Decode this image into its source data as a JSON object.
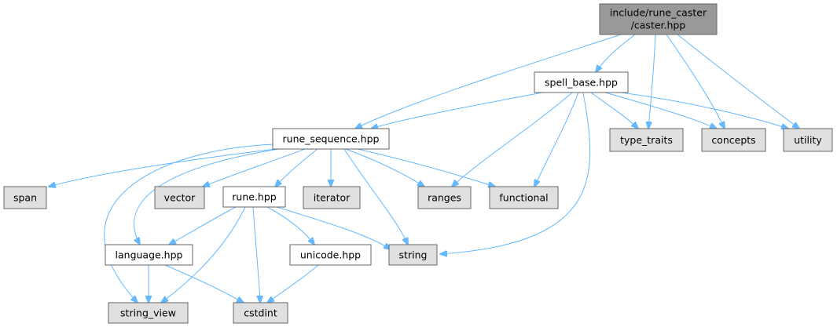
{
  "colors": {
    "root_fill": "#999999",
    "local_fill": "#ffffff",
    "system_fill": "#e0e0e0",
    "border": "#666666",
    "edge": "#63b8ff"
  },
  "nodes": {
    "caster": {
      "line1": "include/rune_caster",
      "line2": "/caster.hpp",
      "kind": "root"
    },
    "spell_base": {
      "label": "spell_base.hpp",
      "kind": "local"
    },
    "rune_sequence": {
      "label": "rune_sequence.hpp",
      "kind": "local"
    },
    "type_traits": {
      "label": "type_traits",
      "kind": "system"
    },
    "concepts": {
      "label": "concepts",
      "kind": "system"
    },
    "utility": {
      "label": "utility",
      "kind": "system"
    },
    "span": {
      "label": "span",
      "kind": "system"
    },
    "vector": {
      "label": "vector",
      "kind": "system"
    },
    "rune": {
      "label": "rune.hpp",
      "kind": "local"
    },
    "iterator": {
      "label": "iterator",
      "kind": "system"
    },
    "ranges": {
      "label": "ranges",
      "kind": "system"
    },
    "functional": {
      "label": "functional",
      "kind": "system"
    },
    "language": {
      "label": "language.hpp",
      "kind": "local"
    },
    "unicode": {
      "label": "unicode.hpp",
      "kind": "local"
    },
    "string": {
      "label": "string",
      "kind": "system"
    },
    "string_view": {
      "label": "string_view",
      "kind": "system"
    },
    "cstdint": {
      "label": "cstdint",
      "kind": "system"
    }
  },
  "edges": [
    [
      "caster",
      "spell_base"
    ],
    [
      "caster",
      "rune_sequence"
    ],
    [
      "caster",
      "type_traits"
    ],
    [
      "caster",
      "concepts"
    ],
    [
      "caster",
      "utility"
    ],
    [
      "spell_base",
      "rune_sequence"
    ],
    [
      "spell_base",
      "type_traits"
    ],
    [
      "spell_base",
      "concepts"
    ],
    [
      "spell_base",
      "utility"
    ],
    [
      "spell_base",
      "ranges"
    ],
    [
      "spell_base",
      "functional"
    ],
    [
      "spell_base",
      "string"
    ],
    [
      "rune_sequence",
      "span"
    ],
    [
      "rune_sequence",
      "vector"
    ],
    [
      "rune_sequence",
      "rune"
    ],
    [
      "rune_sequence",
      "iterator"
    ],
    [
      "rune_sequence",
      "ranges"
    ],
    [
      "rune_sequence",
      "functional"
    ],
    [
      "rune_sequence",
      "string"
    ],
    [
      "rune_sequence",
      "language"
    ],
    [
      "rune_sequence",
      "string_view"
    ],
    [
      "rune",
      "language"
    ],
    [
      "rune",
      "unicode"
    ],
    [
      "rune",
      "string"
    ],
    [
      "rune",
      "string_view"
    ],
    [
      "rune",
      "cstdint"
    ],
    [
      "language",
      "string_view"
    ],
    [
      "language",
      "cstdint"
    ],
    [
      "unicode",
      "cstdint"
    ]
  ]
}
